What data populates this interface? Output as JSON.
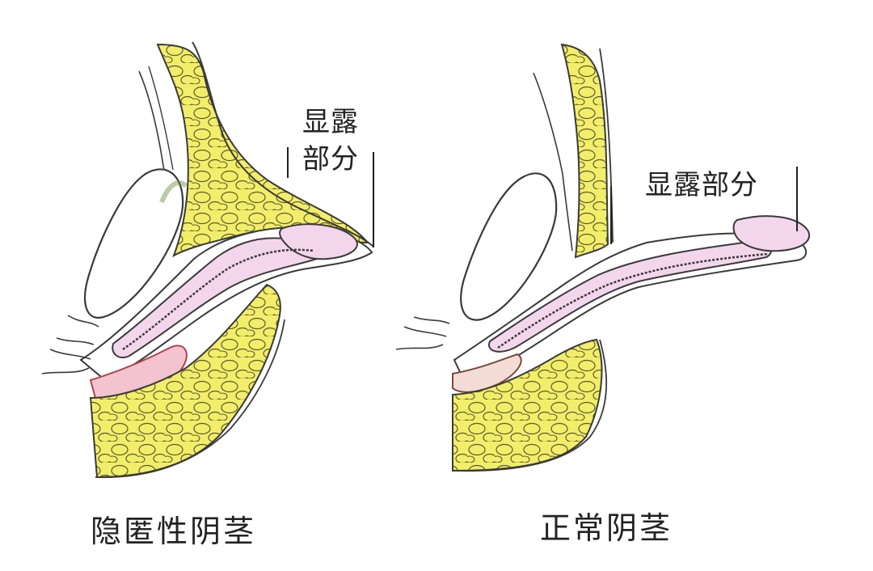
{
  "labels": {
    "left_exposed_line1": "显露",
    "left_exposed_line2": "部分",
    "right_exposed": "显露部分",
    "left_caption": "隐匿性阴茎",
    "right_caption": "正常阴茎"
  },
  "colors": {
    "fat": "#f3ee6a",
    "tissue": "#f4d6ec",
    "outline": "#3a3a3a",
    "skin": "#ffffff",
    "background": "#ffffff"
  }
}
